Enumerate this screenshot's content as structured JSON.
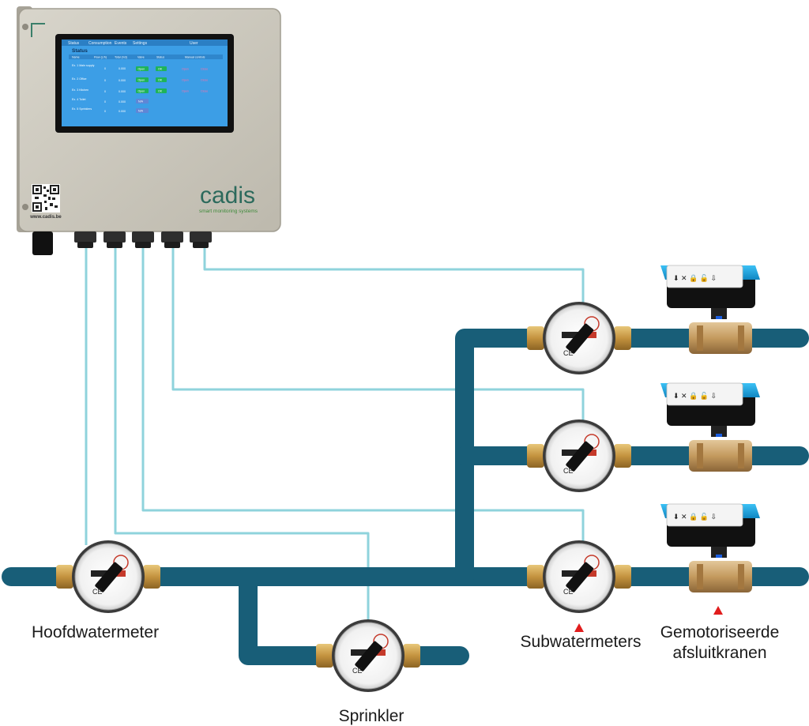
{
  "colors": {
    "pipe": "#185e78",
    "wire": "#8fd3dc",
    "housing": "#cfcbbf",
    "screen_bg": "#3c9ee6",
    "actuator_blue": "#1aa6e8",
    "brass": "#c4933f",
    "marker": "#e11d1d"
  },
  "controller": {
    "brand": "cadis",
    "tagline": "smart monitoring systems",
    "website": "www.cadis.be",
    "screen": {
      "menu": [
        "Status",
        "Consumption",
        "Events",
        "Settings",
        "User"
      ],
      "title": "Status",
      "columns": [
        "Name",
        "Flow (L/h)",
        "Total (m3)",
        "Valve",
        "Status",
        "Manual controls"
      ],
      "rows": [
        {
          "name": "Ex. 1 Main supply",
          "flow": "0",
          "total": "0.000",
          "valve": "Open",
          "status": "OK",
          "open": "Open",
          "close": "Close"
        },
        {
          "name": "Ex. 2 Office",
          "flow": "0",
          "total": "0.000",
          "valve": "Open",
          "status": "OK",
          "open": "Open",
          "close": "Close"
        },
        {
          "name": "Ex. 3 Kitchen",
          "flow": "0",
          "total": "0.000",
          "valve": "Open",
          "status": "OK",
          "open": "Open",
          "close": "Close"
        },
        {
          "name": "Ex. 4 Toilet",
          "flow": "0",
          "total": "0.000",
          "valve": "N/A"
        },
        {
          "name": "Ex. 5 Sprinklers",
          "flow": "0",
          "total": "0.000",
          "valve": "N/A"
        }
      ]
    }
  },
  "labels": {
    "main_meter": "Hoofdwatermeter",
    "sprinkler": "Sprinkler",
    "sub_meters": "Subwatermeters",
    "valves_line1": "Gemotoriseerde",
    "valves_line2": "afsluitkranen"
  }
}
